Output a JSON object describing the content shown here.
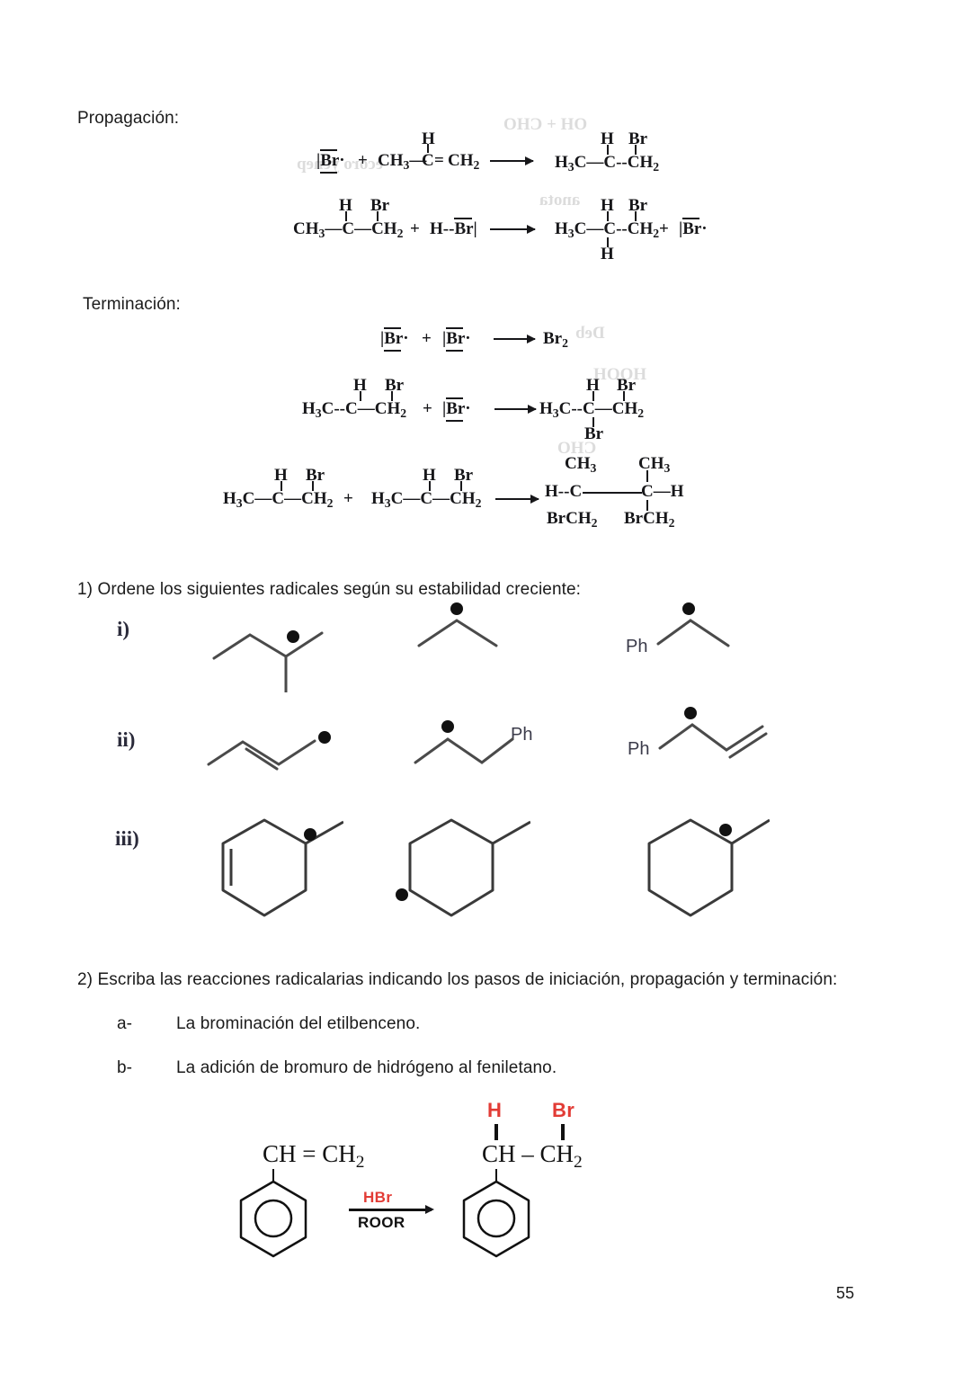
{
  "document": {
    "page_number": "55",
    "language": "es"
  },
  "sections": {
    "propagation": {
      "label": "Propagación:",
      "equations": [
        {
          "id": "prop-1",
          "reactants": "|Br· + CH3—C(H)=CH2",
          "product": "H3C—C(H)--CH2(Br)",
          "parts": {
            "br_radical": "Br",
            "plus": "+",
            "alkene_left": "CH",
            "alkene_left_sub": "3",
            "alkene_center": "C",
            "alkene_center_top": "H",
            "alkene_right": "CH",
            "alkene_right_sub": "2",
            "prod_left": "H",
            "prod_left_sub": "3",
            "prod_left_c": "C",
            "prod_center": "C",
            "prod_center_top": "H",
            "prod_right": "CH",
            "prod_right_sub": "2",
            "prod_right_top": "Br"
          }
        },
        {
          "id": "prop-2",
          "reactants": "CH3—C(H)—CH2(Br) + H--Br|",
          "product": "H3C—C(H)(H)--CH2(Br) + |Br·",
          "parts": {
            "r_left": "CH",
            "r_left_sub": "3",
            "r_center": "C",
            "r_center_top": "H",
            "r_right": "CH",
            "r_right_sub": "2",
            "r_right_top": "Br",
            "plus": "+",
            "hbr_h": "H",
            "hbr_br": "Br",
            "prod_left": "H",
            "prod_left_sub": "3",
            "prod_left_c": "C",
            "prod_center": "C",
            "prod_center_top": "H",
            "prod_center_bottom": "H",
            "prod_right": "CH",
            "prod_right_sub": "2",
            "prod_right_top": "Br",
            "prod_plus": "+",
            "prod_br_radical": "Br"
          }
        }
      ]
    },
    "termination": {
      "label": "Terminación:",
      "equations": [
        {
          "id": "term-1",
          "reactants": "|Br· + |Br·",
          "product": "Br2",
          "parts": {
            "br1": "Br",
            "plus": "+",
            "br2": "Br",
            "product": "Br",
            "product_sub": "2"
          }
        },
        {
          "id": "term-2",
          "reactants": "H3C--C(H)—CH2(Br) + |Br·",
          "product": "H3C--C(H)(Br)—CH2(Br)",
          "parts": {
            "r_left": "H",
            "r_left_sub": "3",
            "r_left_c": "C",
            "r_center": "C",
            "r_center_top": "H",
            "r_right": "CH",
            "r_right_sub": "2",
            "r_right_top": "Br",
            "plus": "+",
            "br_radical": "Br",
            "p_left": "H",
            "p_left_sub": "3",
            "p_left_c": "C",
            "p_center": "C",
            "p_center_top": "H",
            "p_center_bottom": "Br",
            "p_right": "CH",
            "p_right_sub": "2",
            "p_right_top": "Br"
          }
        },
        {
          "id": "term-3",
          "reactants": "H3C—C(H)—CH2(Br) + H3C—C(H)—CH2(Br)",
          "product": "H--C(CH3)(BrCH2)———C(CH3)(BrCH2)—H",
          "parts": {
            "a_left": "H",
            "a_left_sub": "3",
            "a_left_c": "C",
            "a_center": "C",
            "a_center_top": "H",
            "a_right": "CH",
            "a_right_sub": "2",
            "a_right_top": "Br",
            "plus": "+",
            "b_left": "H",
            "b_left_sub": "3",
            "b_left_c": "C",
            "b_center": "C",
            "b_center_top": "H",
            "b_right": "CH",
            "b_right_sub": "2",
            "b_right_top": "Br",
            "p_h_left": "H",
            "p_c_left": "C",
            "p_ch3_left": "CH",
            "p_ch3_left_sub": "3",
            "p_brch2_left": "BrCH",
            "p_brch2_left_sub": "2",
            "p_c_right": "C",
            "p_ch3_right": "CH",
            "p_ch3_right_sub": "3",
            "p_brch2_right": "BrCH",
            "p_brch2_right_sub": "2",
            "p_h_right": "H"
          }
        }
      ]
    },
    "question_1": {
      "text": "1) Ordene los siguientes radicales según su estabilidad creciente:",
      "rows": [
        {
          "marker": "i)",
          "structures": [
            {
              "name": "tert-butyl-radical",
              "labels": []
            },
            {
              "name": "isopropyl-radical",
              "labels": []
            },
            {
              "name": "benzylic-secondary-radical",
              "labels": [
                "Ph"
              ]
            }
          ]
        },
        {
          "marker": "ii)",
          "structures": [
            {
              "name": "allylic-primary-radical",
              "labels": []
            },
            {
              "name": "phenylpropyl-secondary-radical",
              "labels": [
                "Ph"
              ]
            },
            {
              "name": "benzylic-allylic-radical",
              "labels": [
                "Ph"
              ]
            }
          ]
        },
        {
          "marker": "iii)",
          "structures": [
            {
              "name": "methylcyclohexene-allylic-radical",
              "labels": []
            },
            {
              "name": "methylcyclohexane-secondary-radical",
              "labels": []
            },
            {
              "name": "methylcyclohexane-tertiary-radical",
              "labels": []
            }
          ]
        }
      ]
    },
    "question_2": {
      "text": "2) Escriba las reacciones radicalarias indicando los pasos de iniciación, propagación y terminación:",
      "items": [
        {
          "tag": "a-",
          "text": "La brominación del etilbenceno."
        },
        {
          "tag": "b-",
          "text": "La adición de bromuro de hidrógeno al feniletano."
        }
      ],
      "scheme": {
        "reactant": {
          "chain": "CH = CH",
          "chain_sub": "2",
          "ring": "benzene-ring"
        },
        "conditions": {
          "above": "HBr",
          "below": "ROOR"
        },
        "product": {
          "top_left_label": "H",
          "top_right_label": "Br",
          "chain_left": "CH",
          "chain_dash": "–",
          "chain_right": "CH",
          "chain_right_sub": "2",
          "ring": "benzene-ring"
        },
        "colors": {
          "highlight": "#e23b35",
          "ink": "#111111"
        }
      }
    }
  },
  "ghost_bleed": [
    "HO",
    "CHO",
    "HOOH",
    "HO",
    "OH",
    "CH3",
    "CH3"
  ]
}
